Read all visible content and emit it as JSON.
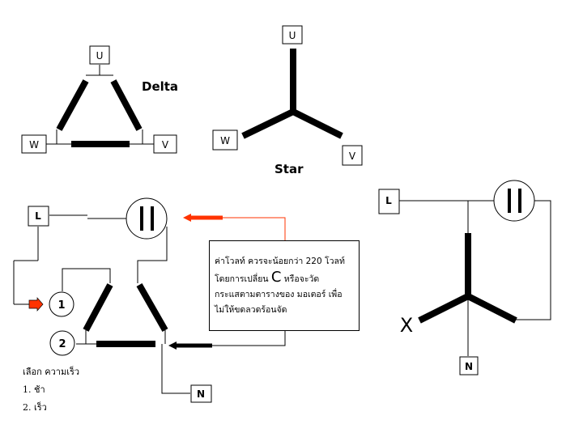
{
  "terminals": {
    "u": "U",
    "v": "V",
    "w": "W",
    "n": "N",
    "l": "L"
  },
  "titles": {
    "delta": "Delta",
    "star": "Star"
  },
  "cap_symbol": "II",
  "speed_numbers": {
    "one": "1",
    "two": "2"
  },
  "note": {
    "line1": "ค่าโวลท์ ควรจะน้อยกว่า 220 โวลท์",
    "line2_pre": "โดยการเปลี่ยน",
    "line2_big": "C",
    "line2_post": "หรือจะวัด",
    "line3": "กระแสตามตารางของ มอเตอร์ เพื่อ",
    "line4": "ไม่ให้ขดลวดร้อนจัด"
  },
  "speed_select": {
    "title": "เลือก ความเร็ว",
    "opt1": "1. ช้า",
    "opt2": "2. เร็ว"
  },
  "disconnected_mark": "X",
  "colors": {
    "accent": "#ff3300",
    "line": "#000000"
  }
}
